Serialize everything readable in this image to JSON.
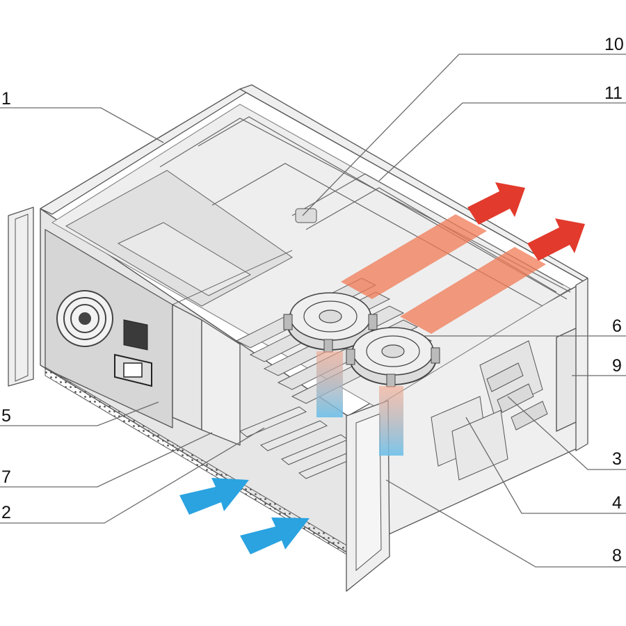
{
  "callouts": [
    {
      "id": "1",
      "label": "1"
    },
    {
      "id": "2",
      "label": "2"
    },
    {
      "id": "3",
      "label": "3"
    },
    {
      "id": "4",
      "label": "4"
    },
    {
      "id": "5",
      "label": "5"
    },
    {
      "id": "6",
      "label": "6"
    },
    {
      "id": "7",
      "label": "7"
    },
    {
      "id": "8",
      "label": "8"
    },
    {
      "id": "9",
      "label": "9"
    },
    {
      "id": "10",
      "label": "10"
    },
    {
      "id": "11",
      "label": "11"
    }
  ],
  "colors": {
    "hot_air": "#e23a2c",
    "hot_air_band": "#f07a55",
    "cool_air": "#2aa3e0",
    "cool_air_band": "#7cc8ec",
    "chassis": "#e6e6e6",
    "outline": "#555555"
  },
  "airflow": {
    "intake_arrows": 2,
    "exhaust_arrows": 2
  }
}
